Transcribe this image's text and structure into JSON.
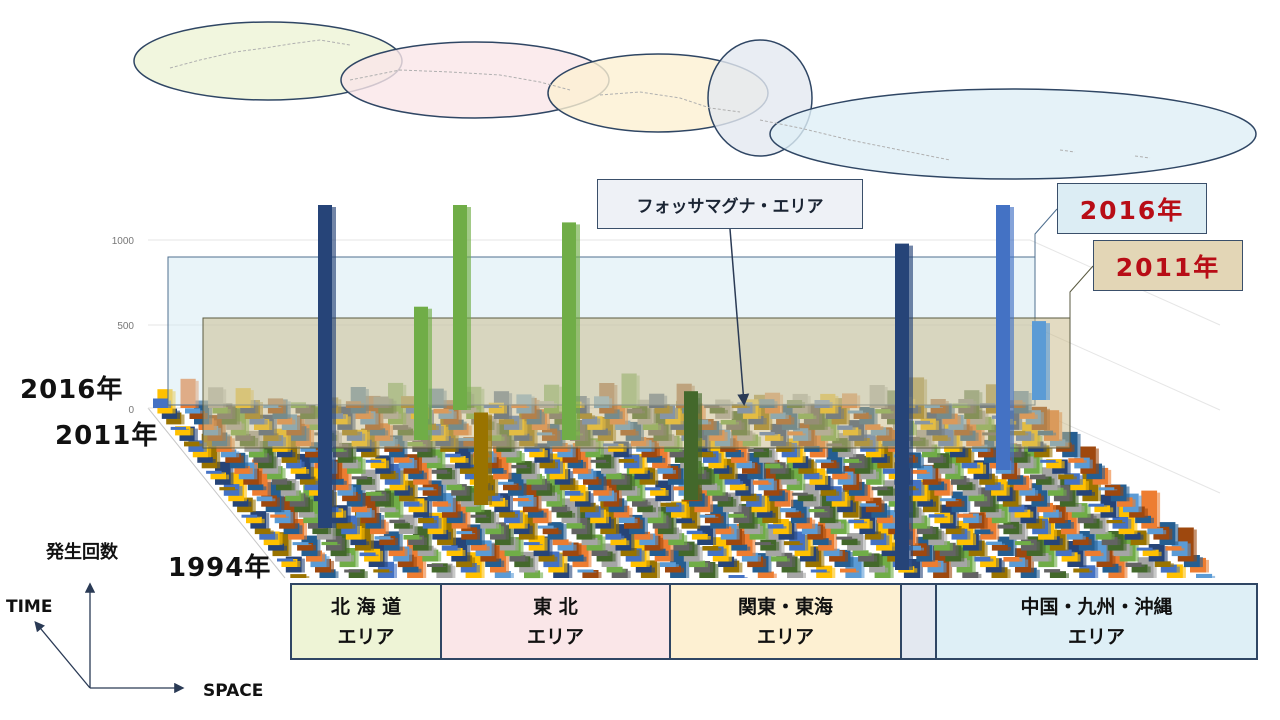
{
  "chart_data": {
    "type": "bar",
    "subtype": "3d-bar-matrix",
    "y_ticks": [
      "0",
      "500",
      "1000"
    ],
    "ylim": [
      0,
      1050
    ],
    "time_axis": {
      "label": "TIME",
      "year_labels": [
        "2016年",
        "2011年",
        "1994年"
      ]
    },
    "space_axis": {
      "label": "SPACE"
    },
    "count_axis": {
      "label": "発生回数"
    },
    "regions": [
      {
        "name": "北 海 道",
        "name2": "エリア",
        "color": "#eef4d6"
      },
      {
        "name": "東 北",
        "name2": "エリア",
        "color": "#fae6e8"
      },
      {
        "name": "関東・東海",
        "name2": "エリア",
        "color": "#fdf0d2"
      },
      {
        "name": "",
        "name2": "",
        "color": "#e3e8f0"
      },
      {
        "name": "中国・九州・沖縄",
        "name2": "エリア",
        "color": "#deeff6"
      }
    ],
    "map_area_colors": [
      "#eef4d6",
      "#fae6e8",
      "#fdf0d2",
      "#e3e8f0",
      "#deeff6"
    ],
    "highlight_planes": [
      {
        "year": "2016年",
        "color": "#cfe6f1"
      },
      {
        "year": "2011年",
        "color": "#c8b886"
      }
    ],
    "annotations": [
      "フォッサマグナ・エリア",
      "2016年",
      "2011年"
    ],
    "tall_bars": [
      {
        "region": "北 海 道",
        "value": 1200
      },
      {
        "region": "東 北",
        "value": 1200
      },
      {
        "region": "東 北",
        "value": 800
      },
      {
        "region": "東 北",
        "value": 490
      },
      {
        "region": "東 北",
        "value": 340
      },
      {
        "region": "関東・東海",
        "value": 400
      },
      {
        "region": "中国・九州・沖縄",
        "value": 1200
      },
      {
        "region": "中国・九州・沖縄",
        "value": 1200
      },
      {
        "region": "中国・九州・沖縄",
        "value": 290
      }
    ]
  },
  "callouts": {
    "fossa": "フォッサマグナ・エリア",
    "y2016": "2016年",
    "y2011": "2011年"
  },
  "labels": {
    "y2016": "2016年",
    "y2011": "2011年",
    "y1994": "1994年",
    "count": "発生回数",
    "time": "TIME",
    "space": "SPACE"
  }
}
